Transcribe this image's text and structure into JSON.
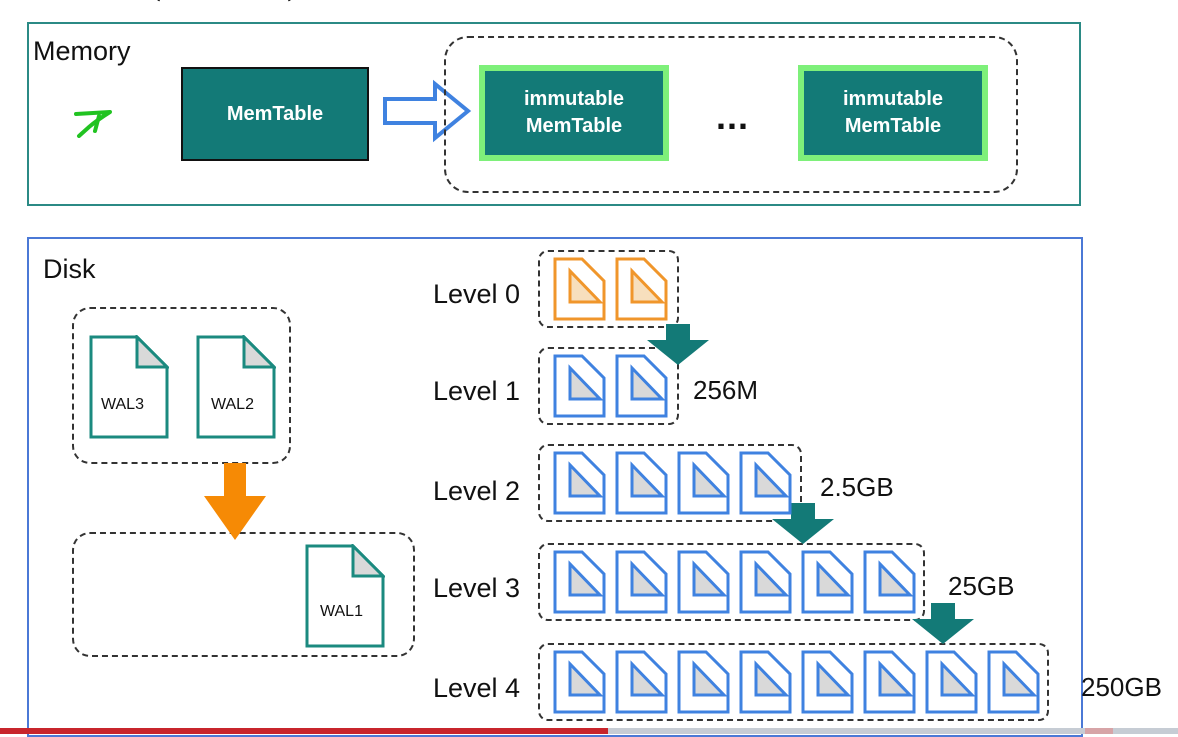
{
  "memory": {
    "title": "Memory",
    "memtable_label": "MemTable",
    "immutable_label_1": "immutable",
    "immutable_label_2": "MemTable",
    "ellipsis": "..."
  },
  "disk": {
    "title": "Disk",
    "wal_labels": [
      "WAL3",
      "WAL2",
      "WAL1"
    ],
    "levels": [
      {
        "label": "Level 0",
        "files": 2,
        "size": ""
      },
      {
        "label": "Level 1",
        "files": 2,
        "size": "256M"
      },
      {
        "label": "Level 2",
        "files": 4,
        "size": "2.5GB"
      },
      {
        "label": "Level 3",
        "files": 6,
        "size": "25GB"
      },
      {
        "label": "Level 4",
        "files": 8,
        "size": "250GB"
      }
    ]
  },
  "colors": {
    "teal": "#137a77",
    "memory_border": "#2b8a85",
    "disk_border": "#4b79d6",
    "immutable_glow": "#7ef07a",
    "level0_file": "#f0962b",
    "level_file": "#3f82e0",
    "wal_file": "#1b8a7f",
    "orange_arrow": "#f68a05",
    "green_scribble": "#21c321"
  }
}
